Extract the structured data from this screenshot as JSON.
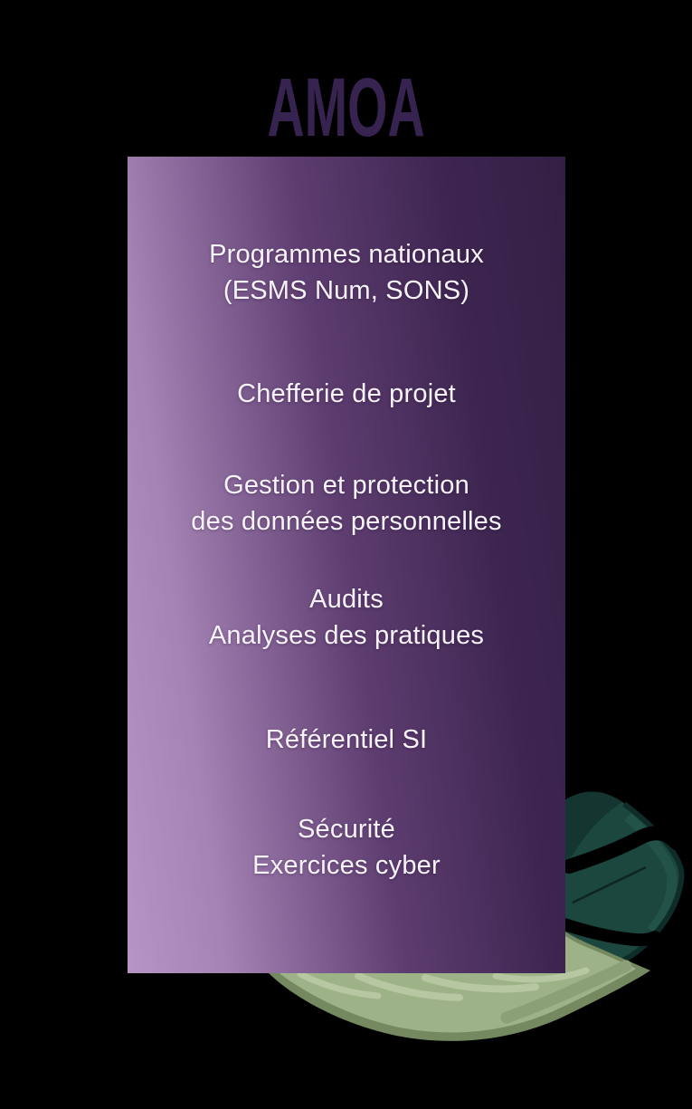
{
  "page": {
    "background_color": "#000000"
  },
  "header": {
    "title": "AMOA",
    "title_color": "#36234f"
  },
  "card": {
    "gradient": {
      "from": "#b694c5",
      "mid": "#5e3d70",
      "to": "#331f44"
    },
    "text_color": "#f7f3f8",
    "items": [
      {
        "lines": [
          "Programmes nationaux",
          "(ESMS Num, SONS)"
        ]
      },
      {
        "lines": [
          "Chefferie de projet"
        ]
      },
      {
        "lines": [
          "Gestion et protection",
          "des données personnelles"
        ]
      },
      {
        "lines": [
          "Audits",
          "Analyses des pratiques"
        ]
      },
      {
        "lines": [
          "Référentiel SI"
        ]
      },
      {
        "lines": [
          "Sécurité",
          "Exercices cyber"
        ]
      }
    ]
  },
  "decor": {
    "monstera_leaf_color": "#1b473f",
    "monstera_leaf_shadow_color": "#153531",
    "monstera_leaf_edge_color": "#0f2d28",
    "sage_leaf_edge_color": "#74895f",
    "sage_leaf_body_color": "#9eb288",
    "sage_leaf_highlight_color": "#b7c7a1"
  }
}
